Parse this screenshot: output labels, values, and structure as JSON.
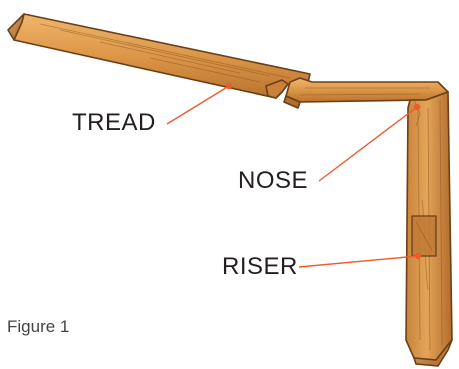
{
  "labels": {
    "tread": "TREAD",
    "nose": "NOSE",
    "riser": "RISER"
  },
  "caption": "Figure 1",
  "colors": {
    "leader": "#ef5a2f",
    "wood_light": "#e6a55a",
    "wood_mid": "#cf8a3e",
    "wood_dark": "#a8672a",
    "outline": "#6b3f17",
    "text": "#231f20"
  }
}
